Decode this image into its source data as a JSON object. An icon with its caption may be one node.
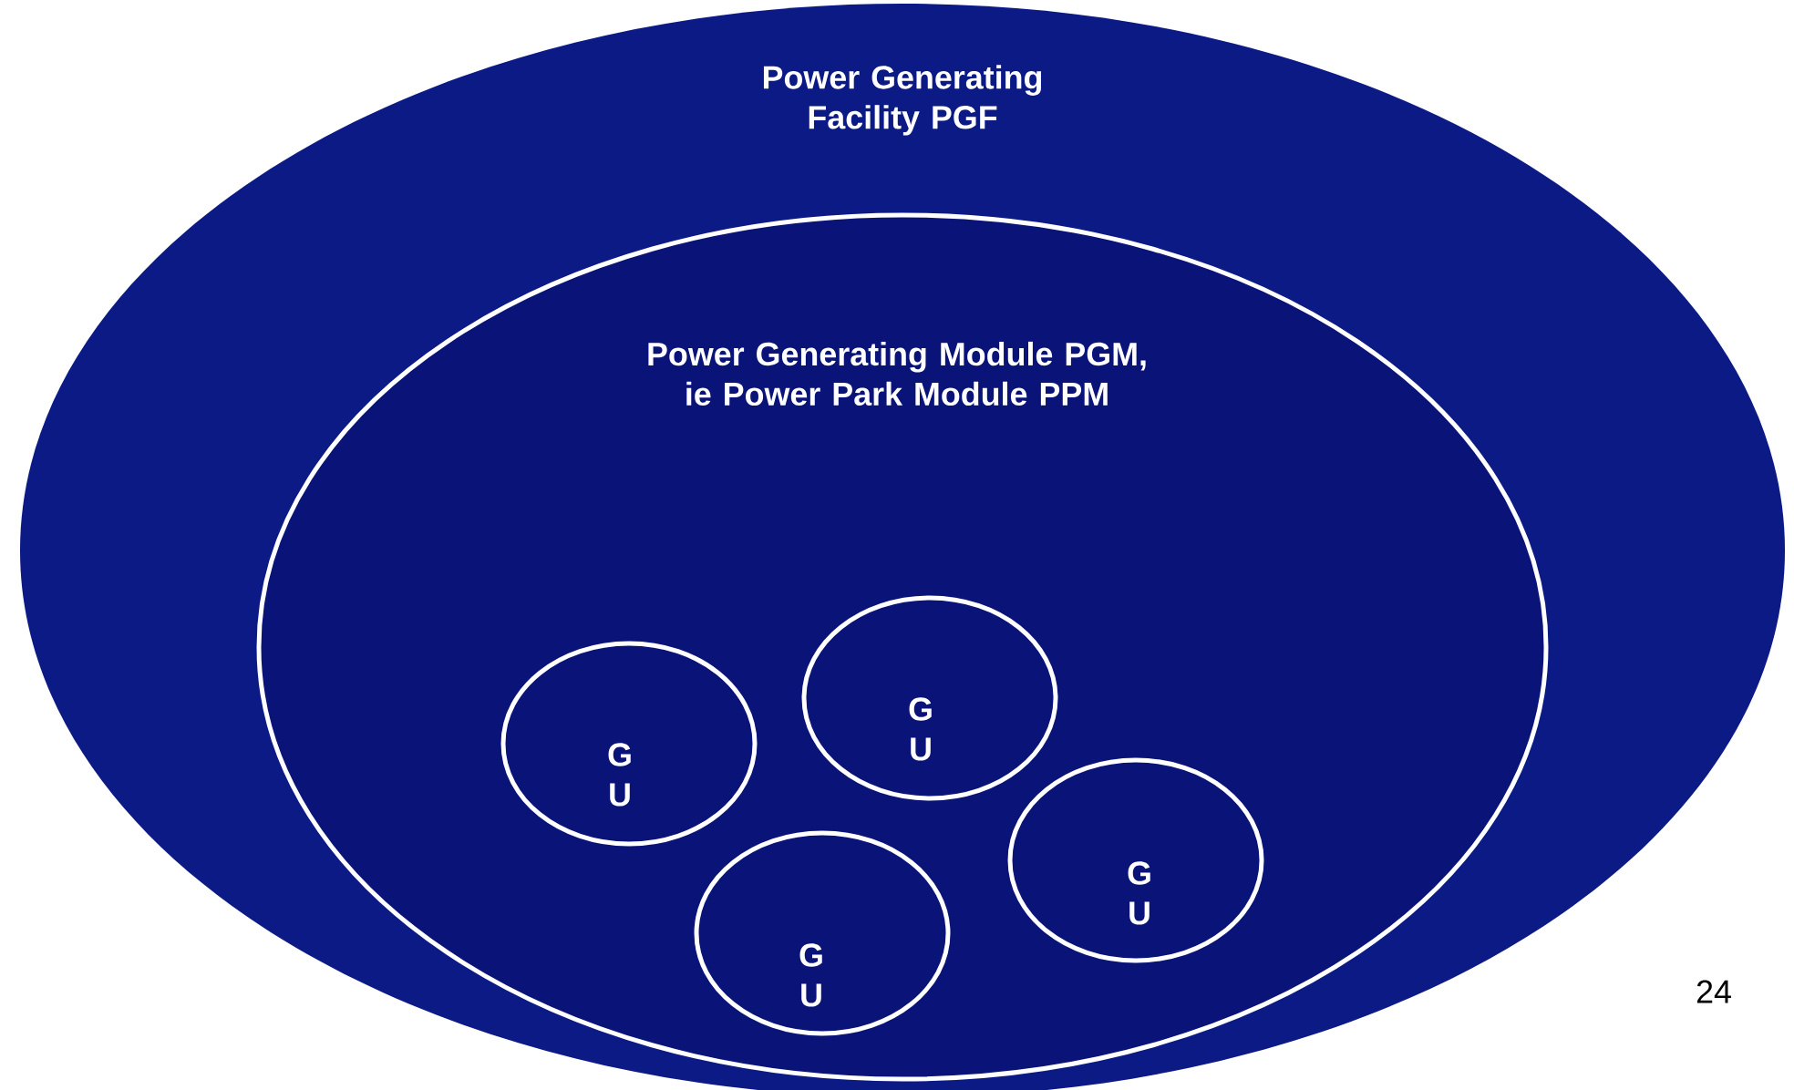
{
  "diagram": {
    "nodes": [
      {
        "text": [
          "Power Generating Facility PGF"
        ]
      },
      {
        "text": [
          "Power Generating Module PGM, ie Power Park Module PPM"
        ],
        "in": 0
      },
      {
        "text": [
          "G U"
        ],
        "in": 1
      },
      {
        "text": [
          "G U"
        ],
        "in": 1
      },
      {
        "text": [
          "G U"
        ],
        "in": 1
      },
      {
        "text": [
          "G U"
        ],
        "in": 1
      }
    ],
    "labels": [
      "24"
    ]
  }
}
